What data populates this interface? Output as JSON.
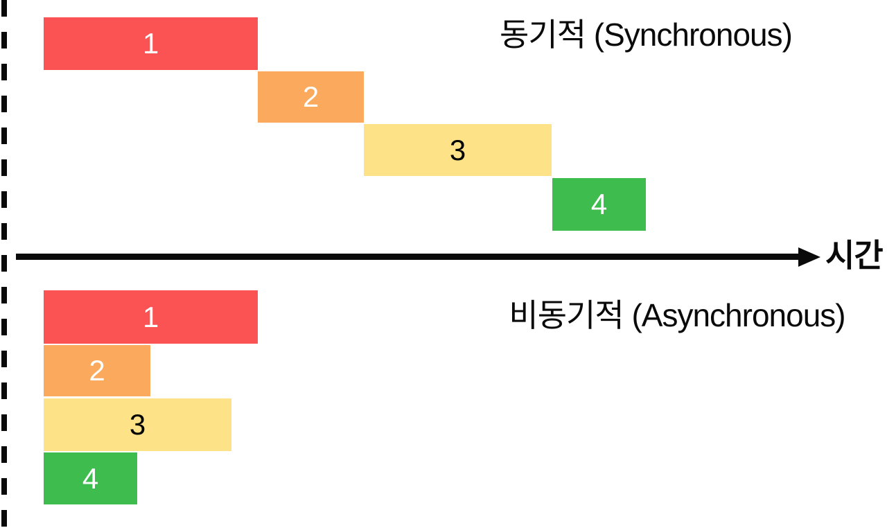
{
  "sync": {
    "title": "동기적 (Synchronous)",
    "bars": [
      {
        "label": "1",
        "color": "#FB5353",
        "text_color": "#FFFFFF"
      },
      {
        "label": "2",
        "color": "#FBAA5D",
        "text_color": "#FFFFFF"
      },
      {
        "label": "3",
        "color": "#FDE287",
        "text_color": "#000000"
      },
      {
        "label": "4",
        "color": "#3EBC4E",
        "text_color": "#FFFFFF"
      }
    ]
  },
  "async": {
    "title": "비동기적 (Asynchronous)",
    "bars": [
      {
        "label": "1",
        "color": "#FB5353",
        "text_color": "#FFFFFF"
      },
      {
        "label": "2",
        "color": "#FBAA5D",
        "text_color": "#FFFFFF"
      },
      {
        "label": "3",
        "color": "#FDE287",
        "text_color": "#000000"
      },
      {
        "label": "4",
        "color": "#3EBC4E",
        "text_color": "#FFFFFF"
      }
    ]
  },
  "axis": {
    "label": "시간",
    "line_color": "#0a0a0a"
  }
}
